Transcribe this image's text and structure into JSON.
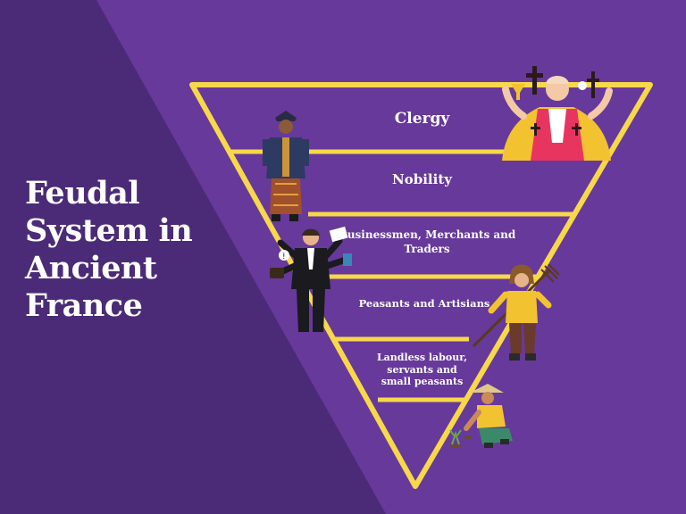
{
  "title": {
    "line1": "Feudal",
    "line2": "System in",
    "line3": "Ancient",
    "line4": "France"
  },
  "tiers": [
    {
      "label": "Clergy"
    },
    {
      "label": "Nobility"
    },
    {
      "label_line1": "Businessmen, Merchants and",
      "label_line2": "Traders"
    },
    {
      "label": "Peasants and Artisians"
    },
    {
      "label_line1": "Landless labour,",
      "label_line2": "servants and",
      "label_line3": "small peasants"
    }
  ],
  "colors": {
    "background": "#67399a",
    "left_panel": "#4b2b78",
    "pyramid_outline": "#f7d84a",
    "text": "#ffffff"
  }
}
